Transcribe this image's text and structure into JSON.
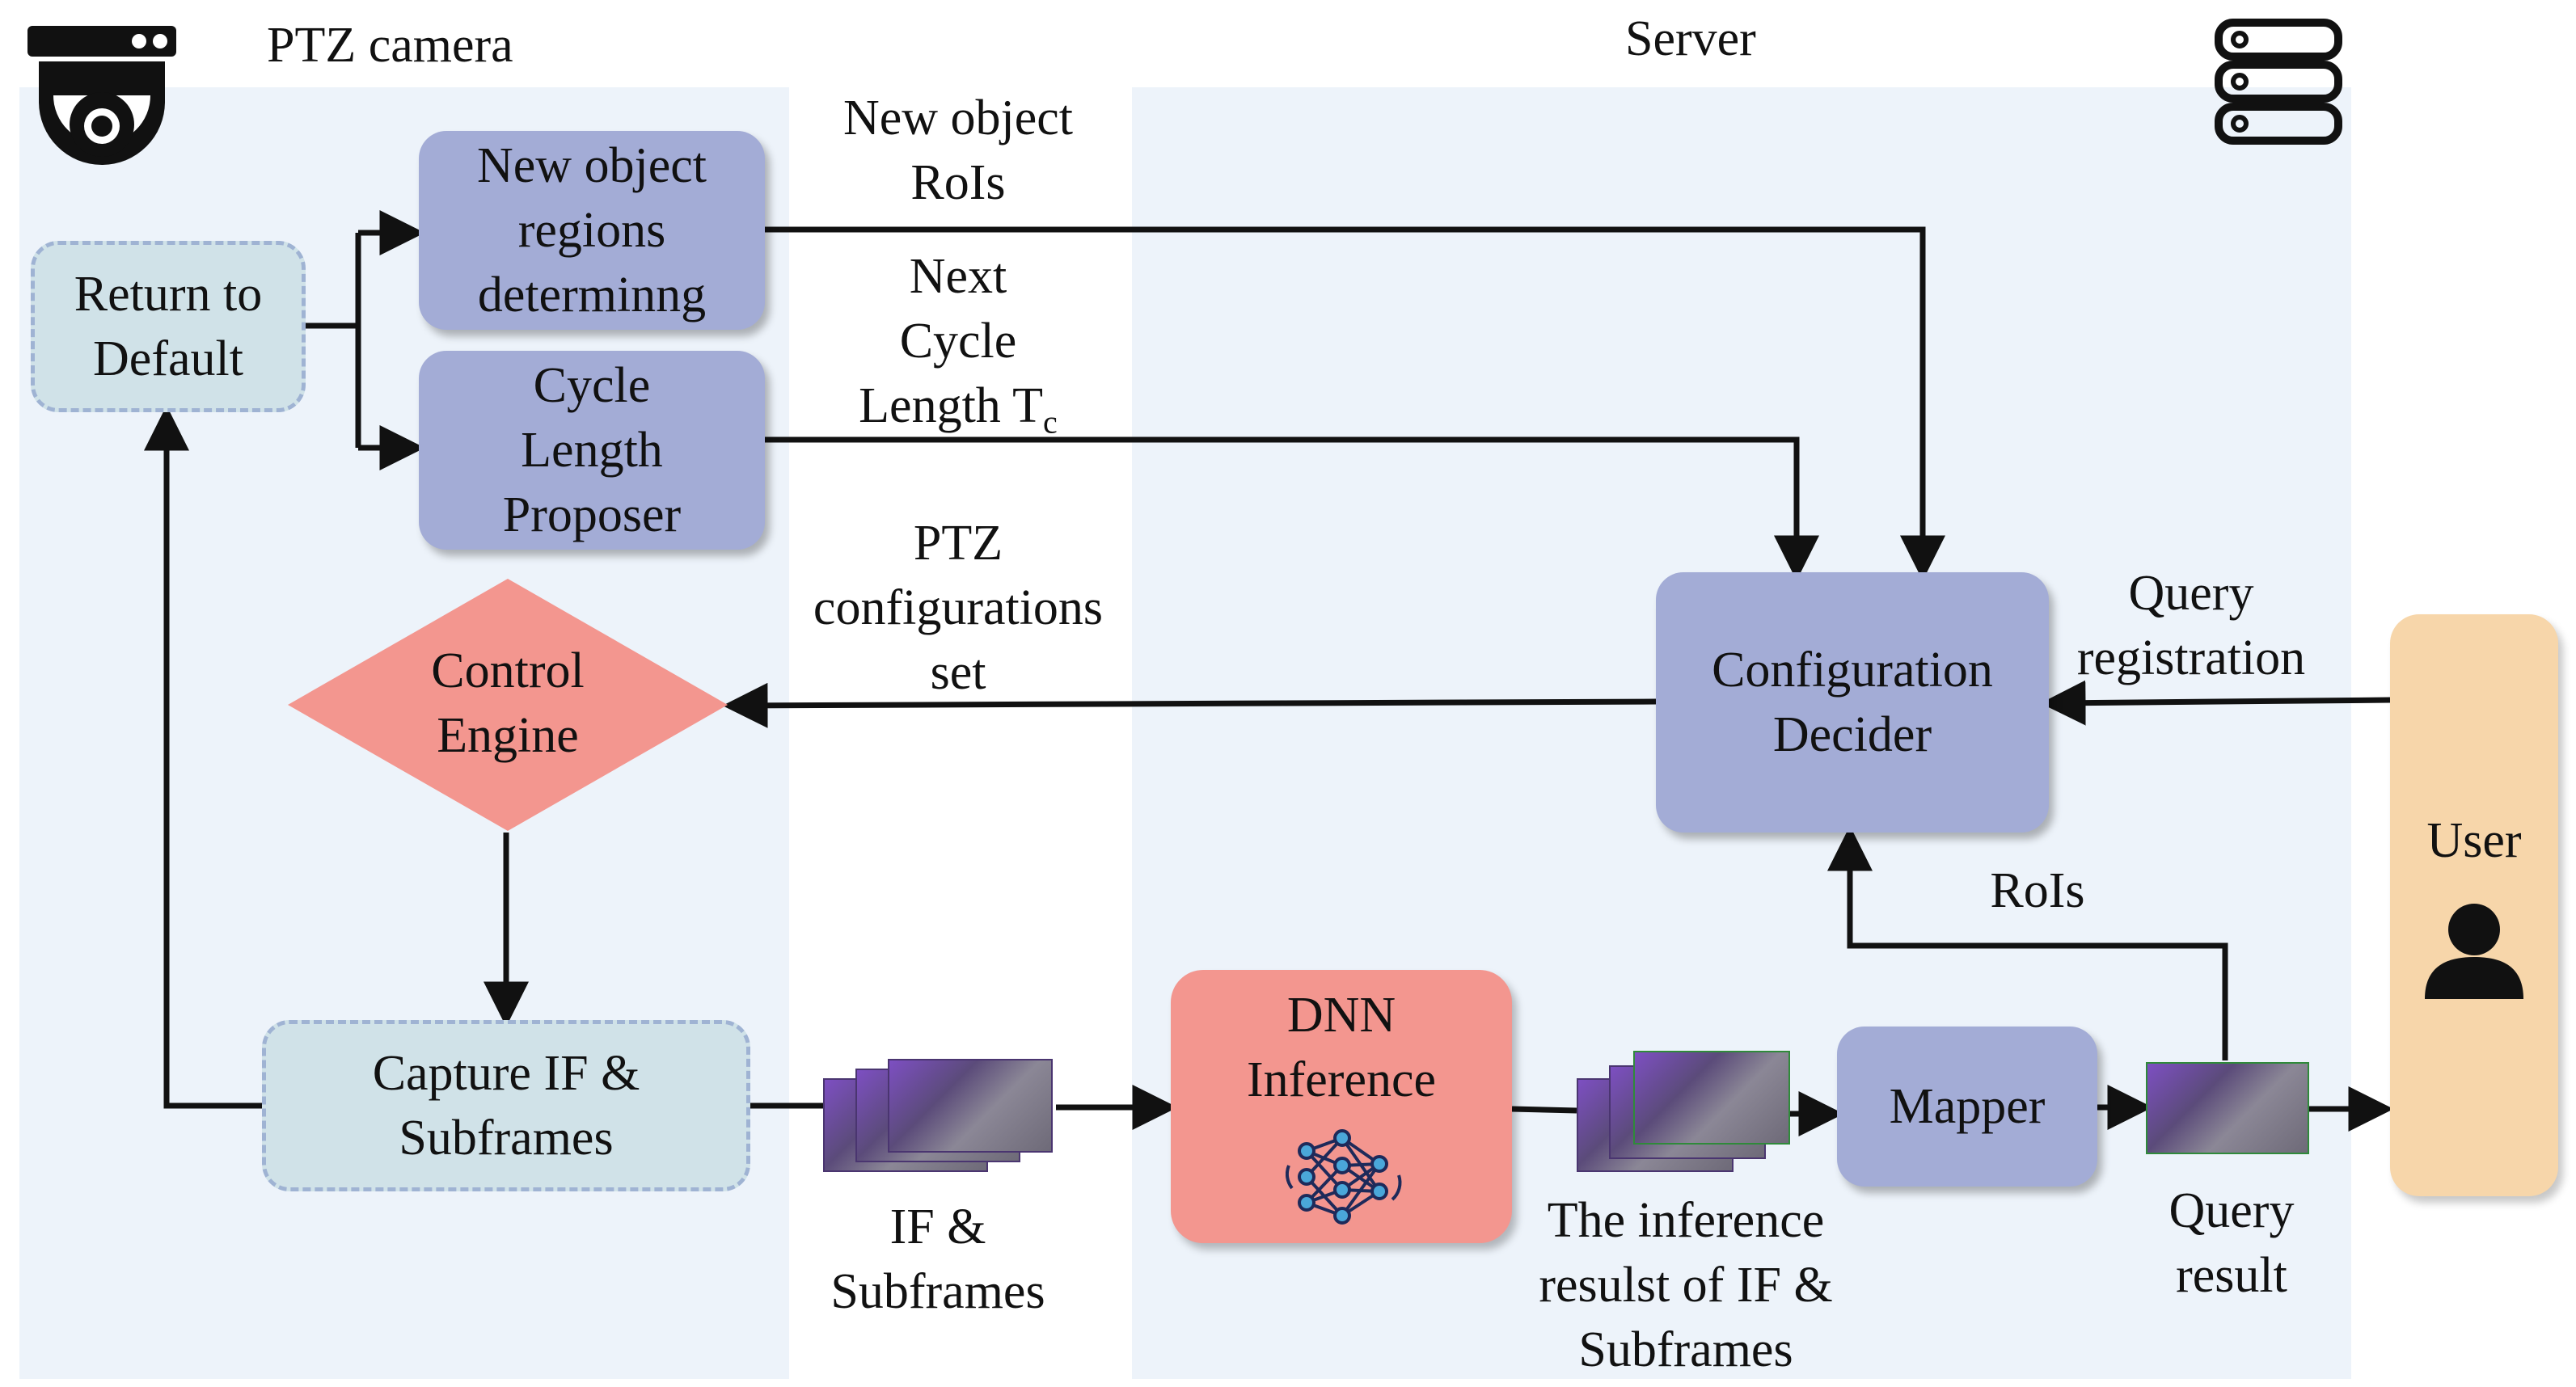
{
  "regions": {
    "camera_title": "PTZ camera",
    "server_title": "Server"
  },
  "nodes": {
    "return_default": "Return to\nDefault",
    "new_object": "New object\nregions\ndeterminng",
    "cycle_length": "Cycle\nLength\nProposer",
    "control_engine": "Control\nEngine",
    "capture": "Capture IF &\nSubframes",
    "dnn": "DNN\nInference",
    "config_decider": "Configuration\nDecider",
    "mapper": "Mapper",
    "user": "User"
  },
  "edge_labels": {
    "new_object_rois": "New object\nRoIs",
    "next_cycle_prefix": "Next\nCycle\nLength T",
    "next_cycle_sub": "c",
    "ptz_config": "PTZ\nconfigurations\nset",
    "query_registration": "Query\nregistration",
    "rois": "RoIs",
    "if_subframes": "IF &\nSubframes",
    "inference_results": "The inference\nresulst of IF &\nSubframes",
    "query_result": "Query\nresult"
  },
  "icons": [
    "ptz-camera-icon",
    "server-icon",
    "neural-network-icon",
    "user-icon"
  ],
  "colors": {
    "panel": "#edf3fa",
    "module": "#a3acd6",
    "dashed_module": "#d0e2e8",
    "engine": "#f3968f",
    "user": "#f7d6aa"
  }
}
